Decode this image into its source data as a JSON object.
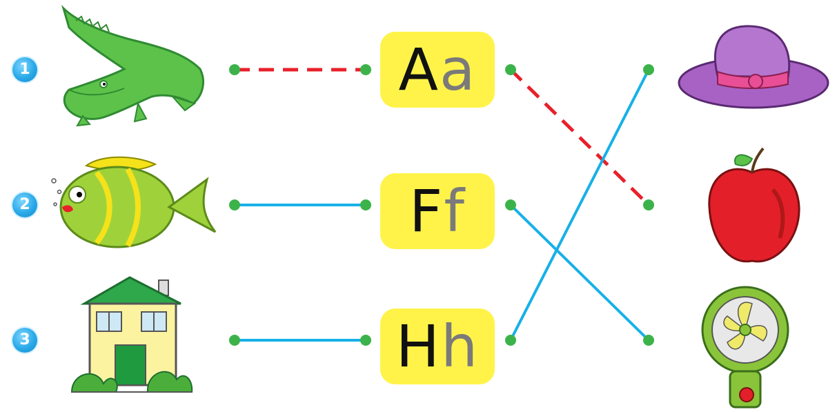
{
  "rows": [
    {
      "number": "1",
      "upper": "A",
      "lower": "a"
    },
    {
      "number": "2",
      "upper": "F",
      "lower": "f"
    },
    {
      "number": "3",
      "upper": "H",
      "lower": "h"
    }
  ],
  "left_pictures": [
    "crocodile-icon",
    "fish-icon",
    "house-icon"
  ],
  "right_pictures": [
    "hat-icon",
    "apple-icon",
    "fan-icon"
  ],
  "connections": [
    {
      "from": "crocodile",
      "to": "Aa",
      "style": "dashed",
      "color": "#e8202a"
    },
    {
      "from": "fish",
      "to": "Ff",
      "style": "solid",
      "color": "#17b0e8"
    },
    {
      "from": "house",
      "to": "Hh",
      "style": "solid",
      "color": "#17b0e8"
    },
    {
      "from": "Aa",
      "to": "apple",
      "style": "dashed",
      "color": "#e8202a"
    },
    {
      "from": "Ff",
      "to": "fan",
      "style": "solid",
      "color": "#17b0e8"
    },
    {
      "from": "Hh",
      "to": "hat",
      "style": "solid",
      "color": "#17b0e8"
    }
  ],
  "colors": {
    "card_fill": "#fff34a",
    "dot": "#3cb34a",
    "badge": "#29a9e8",
    "dashed_line": "#e8202a",
    "solid_line": "#17b0e8"
  }
}
